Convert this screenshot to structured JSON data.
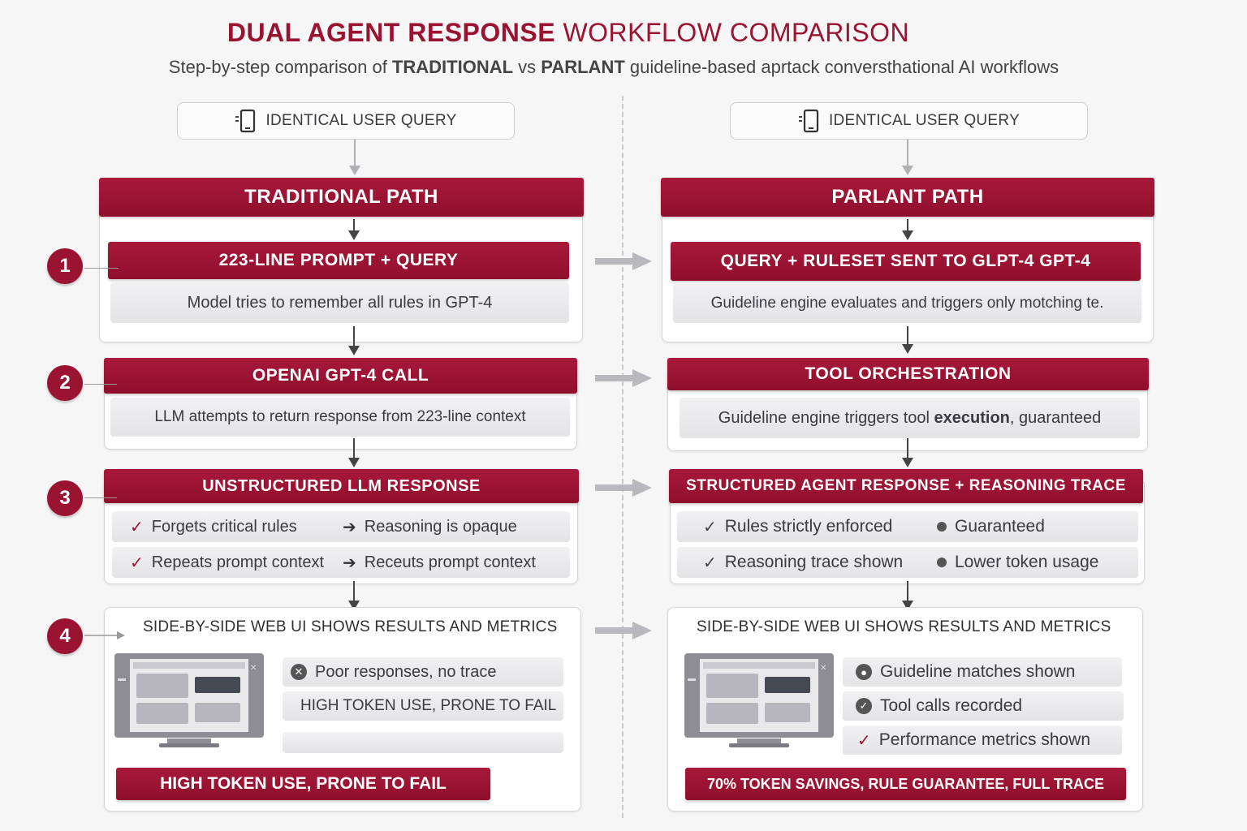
{
  "header": {
    "title_bold": "DUAL AGENT RESPONSE",
    "title_rest": "WORKFLOW COMPARISON",
    "subtitle_pre": "Step-by-step comparison of",
    "subtitle_b1": "TRADITIONAL",
    "subtitle_mid": "vs",
    "subtitle_b2": "PARLANT",
    "subtitle_post": "guideline-based aprtack conversthational AI workflows"
  },
  "steps": [
    "1",
    "2",
    "3",
    "4"
  ],
  "traditional": {
    "query": "IDENTICAL USER QUERY",
    "path_title": "TRADITIONAL PATH",
    "step1": {
      "title": "223-LINE PROMPT + QUERY",
      "desc": "Model tries to remember all rules  in GPT-4"
    },
    "step2": {
      "title": "OPENAI GPT-4 CALL",
      "desc": "LLM attempts to return response from 223-line context"
    },
    "step3": {
      "title": "UNSTRUCTURED LLM RESPONSE",
      "row1": {
        "a": "Forgets critical rules",
        "b": "Reasoning is opaque"
      },
      "row2": {
        "a": "Repeats prompt context",
        "b": "Receuts prompt context"
      }
    },
    "step4": {
      "title": "SIDE-BY-SIDE WEB UI SHOWS RESULTS AND METRICS",
      "items": [
        "Poor responses, no trace",
        "HIGH TOKEN USE, PRONE TO FAIL",
        ""
      ],
      "result": "HIGH TOKEN USE, PRONE TO FAIL"
    }
  },
  "parlant": {
    "query": "IDENTICAL USER QUERY",
    "path_title": "PARLANT PATH",
    "step1": {
      "title": "QUERY + RULESET SENT TO GLPT-4 GPT-4",
      "desc": "Guideline engine evaluates and triggers only motching te."
    },
    "step2": {
      "title": "TOOL ORCHESTRATION",
      "desc_pre": "Guideline engine triggers tool",
      "desc_b": "execution",
      "desc_post": ", guaranteed"
    },
    "step3": {
      "title": "STRUCTURED AGENT RESPONSE + REASONING TRACE",
      "row1": {
        "a": "Rules strictly enforced",
        "b": "Guaranteed"
      },
      "row2": {
        "a": "Reasoning trace shown",
        "b": "Lower token usage"
      }
    },
    "step4": {
      "title": "SIDE-BY-SIDE WEB UI SHOWS RESULTS AND METRICS",
      "items": [
        "Guideline matches shown",
        "Tool calls recorded",
        "Performance metrics shown"
      ],
      "result": "70% TOKEN SAVINGS, RULE GUARANTEE, FULL TRACE"
    }
  },
  "colors": {
    "accent": "#9a1432",
    "panel": "#e8e7ea"
  },
  "icons": [
    "phone-icon",
    "check-icon",
    "arrow-right-icon",
    "dot-icon",
    "x-circle-icon",
    "monitor-icon"
  ]
}
